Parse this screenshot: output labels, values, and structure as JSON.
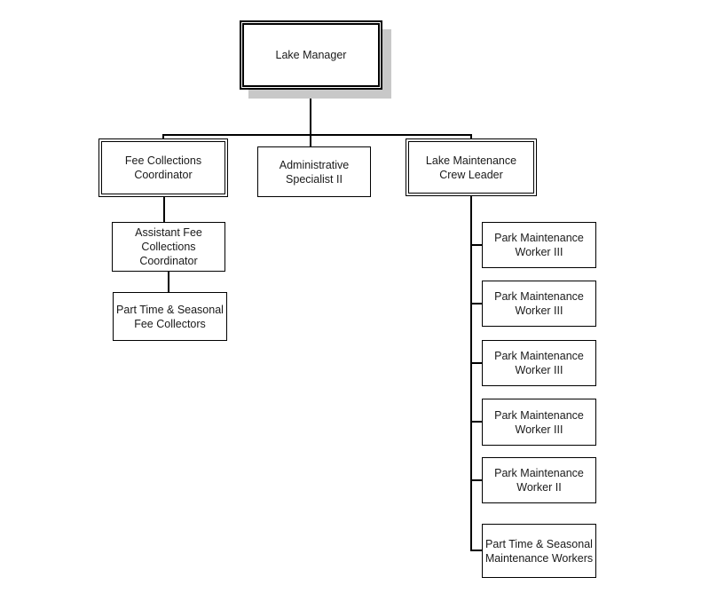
{
  "diagram": {
    "type": "org-chart",
    "subject": "Lake staff organizational chart",
    "colors": {
      "background": "#ffffff",
      "box_border": "#000000",
      "box_fill": "#ffffff",
      "text": "#1a1a1a",
      "root_shadow": "#c8c8c8",
      "connector": "#000000"
    },
    "nodes": {
      "lake_manager": {
        "label": "Lake Manager",
        "style": "double-border-with-shadow"
      },
      "fee_coordinator": {
        "label": "Fee Collections\nCoordinator",
        "style": "double-border"
      },
      "admin_specialist": {
        "label": "Administrative\nSpecialist II",
        "style": "single-border"
      },
      "maintenance_leader": {
        "label": "Lake Maintenance\nCrew Leader",
        "style": "double-border"
      },
      "assistant_fee": {
        "label": "Assistant Fee\nCollections Coordinator",
        "style": "single-border"
      },
      "parttime_fee": {
        "label": "Part Time & Seasonal\nFee Collectors",
        "style": "single-border"
      },
      "maintenance_workers": [
        {
          "label": "Park Maintenance\nWorker III",
          "style": "single-border"
        },
        {
          "label": "Park Maintenance\nWorker III",
          "style": "single-border"
        },
        {
          "label": "Park Maintenance\nWorker III",
          "style": "single-border"
        },
        {
          "label": "Park Maintenance\nWorker III",
          "style": "single-border"
        },
        {
          "label": "Park Maintenance\nWorker II",
          "style": "single-border"
        },
        {
          "label": "Part Time & Seasonal\nMaintenance Workers",
          "style": "single-border"
        }
      ]
    },
    "edges": [
      {
        "from": "Lake Manager",
        "to": "Fee Collections Coordinator"
      },
      {
        "from": "Lake Manager",
        "to": "Administrative Specialist II"
      },
      {
        "from": "Lake Manager",
        "to": "Lake Maintenance Crew Leader"
      },
      {
        "from": "Fee Collections Coordinator",
        "to": "Assistant Fee Collections Coordinator"
      },
      {
        "from": "Assistant Fee Collections Coordinator",
        "to": "Part Time & Seasonal Fee Collectors"
      },
      {
        "from": "Lake Maintenance Crew Leader",
        "to": "Park Maintenance Worker III (1)"
      },
      {
        "from": "Lake Maintenance Crew Leader",
        "to": "Park Maintenance Worker III (2)"
      },
      {
        "from": "Lake Maintenance Crew Leader",
        "to": "Park Maintenance Worker III (3)"
      },
      {
        "from": "Lake Maintenance Crew Leader",
        "to": "Park Maintenance Worker III (4)"
      },
      {
        "from": "Lake Maintenance Crew Leader",
        "to": "Park Maintenance Worker II"
      },
      {
        "from": "Lake Maintenance Crew Leader",
        "to": "Part Time & Seasonal Maintenance Workers"
      }
    ]
  }
}
